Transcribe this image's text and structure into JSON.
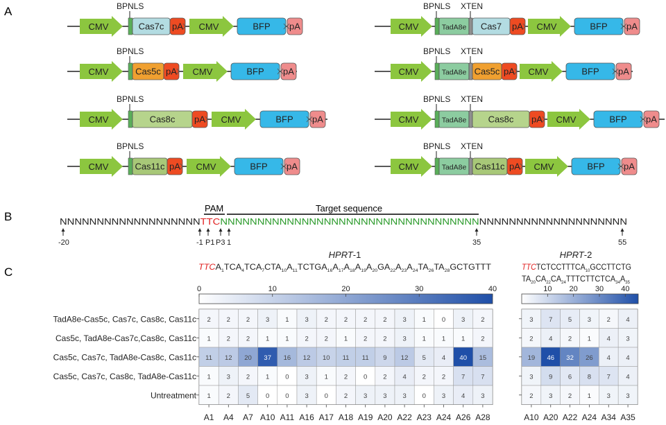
{
  "panels": {
    "a": "A",
    "b": "B",
    "c": "C"
  },
  "colors": {
    "cmv": "#8cc63f",
    "bpnls": "#5aae5a",
    "cas7": "#b3dce2",
    "cas5": "#f0a030",
    "cas8": "#b6d48c",
    "cas11": "#a8c878",
    "pa_red": "#ee4b22",
    "bfp": "#36b8e8",
    "pa_pink": "#ef8c8c",
    "tada": "#8ccca0",
    "xten": "#909090",
    "pam_red": "#e02020",
    "target_green": "#2a9a2a",
    "heat_max": "#1f4fa8"
  },
  "panel_a": {
    "labels": {
      "cmv": "CMV",
      "pa": "pA",
      "bfp": "BFP",
      "bpnls": "BPNLS",
      "xten": "XTEN",
      "tada": "TadA8e"
    },
    "left": [
      {
        "cas": "Cas7c",
        "color_key": "cas7"
      },
      {
        "cas": "Cas5c",
        "color_key": "cas5"
      },
      {
        "cas": "Cas8c",
        "color_key": "cas8"
      },
      {
        "cas": "Cas11c",
        "color_key": "cas11"
      }
    ],
    "right": [
      {
        "cas": "Cas7",
        "color_key": "cas7"
      },
      {
        "cas": "Cas5c",
        "color_key": "cas5"
      },
      {
        "cas": "Cas8c",
        "color_key": "cas8"
      },
      {
        "cas": "Cas11c",
        "color_key": "cas11"
      }
    ]
  },
  "panel_b": {
    "pam_label": "PAM",
    "target_label": "Target sequence",
    "left_seq": "NNNNNNNNNNNNNNNNNNN",
    "pam_seq": "TTC",
    "target_seq": "NNNNNNNNNNNNNNNNNNNNNNNNNNNNNNNNNNN",
    "right_seq": "NNNNNNNNNNNNNNNNNNNN",
    "pos_labels": [
      "-20",
      "-1",
      "P1",
      "P3",
      "1",
      "35",
      "55"
    ]
  },
  "panel_c": {
    "hprt1": {
      "title": "HPRT",
      "title_suffix": "-1",
      "sequence": [
        {
          "t": "TTC",
          "red": true
        },
        {
          "t": "A"
        },
        {
          "t": "1",
          "sub": true
        },
        {
          "t": "TCA"
        },
        {
          "t": "4",
          "sub": true
        },
        {
          "t": "TCA"
        },
        {
          "t": "7",
          "sub": true
        },
        {
          "t": "CTA"
        },
        {
          "t": "10",
          "sub": true
        },
        {
          "t": "A"
        },
        {
          "t": "11",
          "sub": true
        },
        {
          "t": "TCTGA"
        },
        {
          "t": "16",
          "sub": true
        },
        {
          "t": "A"
        },
        {
          "t": "17",
          "sub": true
        },
        {
          "t": "A"
        },
        {
          "t": "18",
          "sub": true
        },
        {
          "t": "A"
        },
        {
          "t": "19",
          "sub": true
        },
        {
          "t": "A"
        },
        {
          "t": "20",
          "sub": true
        },
        {
          "t": "GA"
        },
        {
          "t": "22",
          "sub": true
        },
        {
          "t": "A"
        },
        {
          "t": "23",
          "sub": true
        },
        {
          "t": "A"
        },
        {
          "t": "24",
          "sub": true
        },
        {
          "t": "TA"
        },
        {
          "t": "26",
          "sub": true
        },
        {
          "t": "TA"
        },
        {
          "t": "28",
          "sub": true
        },
        {
          "t": "GCTGTTT"
        }
      ],
      "colorbar": {
        "min": 0,
        "max": 40,
        "ticks": [
          0,
          10,
          20,
          30,
          40
        ]
      },
      "columns": [
        "A1",
        "A4",
        "A7",
        "A10",
        "A11",
        "A16",
        "A17",
        "A18",
        "A19",
        "A20",
        "A22",
        "A23",
        "A24",
        "A26",
        "A28"
      ],
      "values": [
        [
          2,
          2,
          2,
          3,
          1,
          3,
          2,
          2,
          2,
          2,
          3,
          1,
          0,
          3,
          2
        ],
        [
          1,
          2,
          2,
          1,
          1,
          2,
          2,
          1,
          2,
          2,
          3,
          1,
          1,
          1,
          2
        ],
        [
          11,
          12,
          20,
          37,
          16,
          12,
          10,
          11,
          11,
          9,
          12,
          5,
          4,
          40,
          15
        ],
        [
          1,
          3,
          2,
          1,
          0,
          3,
          1,
          2,
          0,
          2,
          4,
          2,
          2,
          7,
          7
        ],
        [
          1,
          2,
          5,
          0,
          0,
          3,
          0,
          2,
          3,
          3,
          3,
          0,
          3,
          4,
          3
        ]
      ]
    },
    "hprt2": {
      "title": "HPRT",
      "title_suffix": "-2",
      "line1": [
        {
          "t": "TTC",
          "red": true
        },
        {
          "t": "TCTCCTTTCA"
        },
        {
          "t": "10",
          "sub": true
        },
        {
          "t": "GCCTTCTG"
        }
      ],
      "line2": [
        {
          "t": "TA"
        },
        {
          "t": "20",
          "sub": true
        },
        {
          "t": "CA"
        },
        {
          "t": "22",
          "sub": true
        },
        {
          "t": "CA"
        },
        {
          "t": "24",
          "sub": true
        },
        {
          "t": "TTTCTTCTCA"
        },
        {
          "t": "34",
          "sub": true
        },
        {
          "t": "A"
        },
        {
          "t": "35",
          "sub": true
        }
      ],
      "colorbar": {
        "min": 0,
        "max": 45,
        "ticks": [
          10,
          20,
          30,
          40
        ]
      },
      "columns": [
        "A10",
        "A20",
        "A22",
        "A24",
        "A34",
        "A35"
      ],
      "values": [
        [
          3,
          7,
          5,
          3,
          2,
          4
        ],
        [
          2,
          4,
          2,
          1,
          4,
          3
        ],
        [
          19,
          46,
          32,
          26,
          4,
          4
        ],
        [
          3,
          9,
          6,
          8,
          7,
          4
        ],
        [
          2,
          3,
          2,
          1,
          3,
          3
        ]
      ]
    },
    "row_labels": [
      "TadA8e-Cas5c, Cas7c, Cas8c, Cas11c",
      "Cas5c, TadA8e-Cas7c,Cas8c, Cas11c",
      "Cas5c, Cas7c, TadA8e-Cas8c, Cas11c",
      "Cas5c, Cas7c, Cas8c, TadA8e-Cas11c",
      "Untreatment"
    ]
  }
}
